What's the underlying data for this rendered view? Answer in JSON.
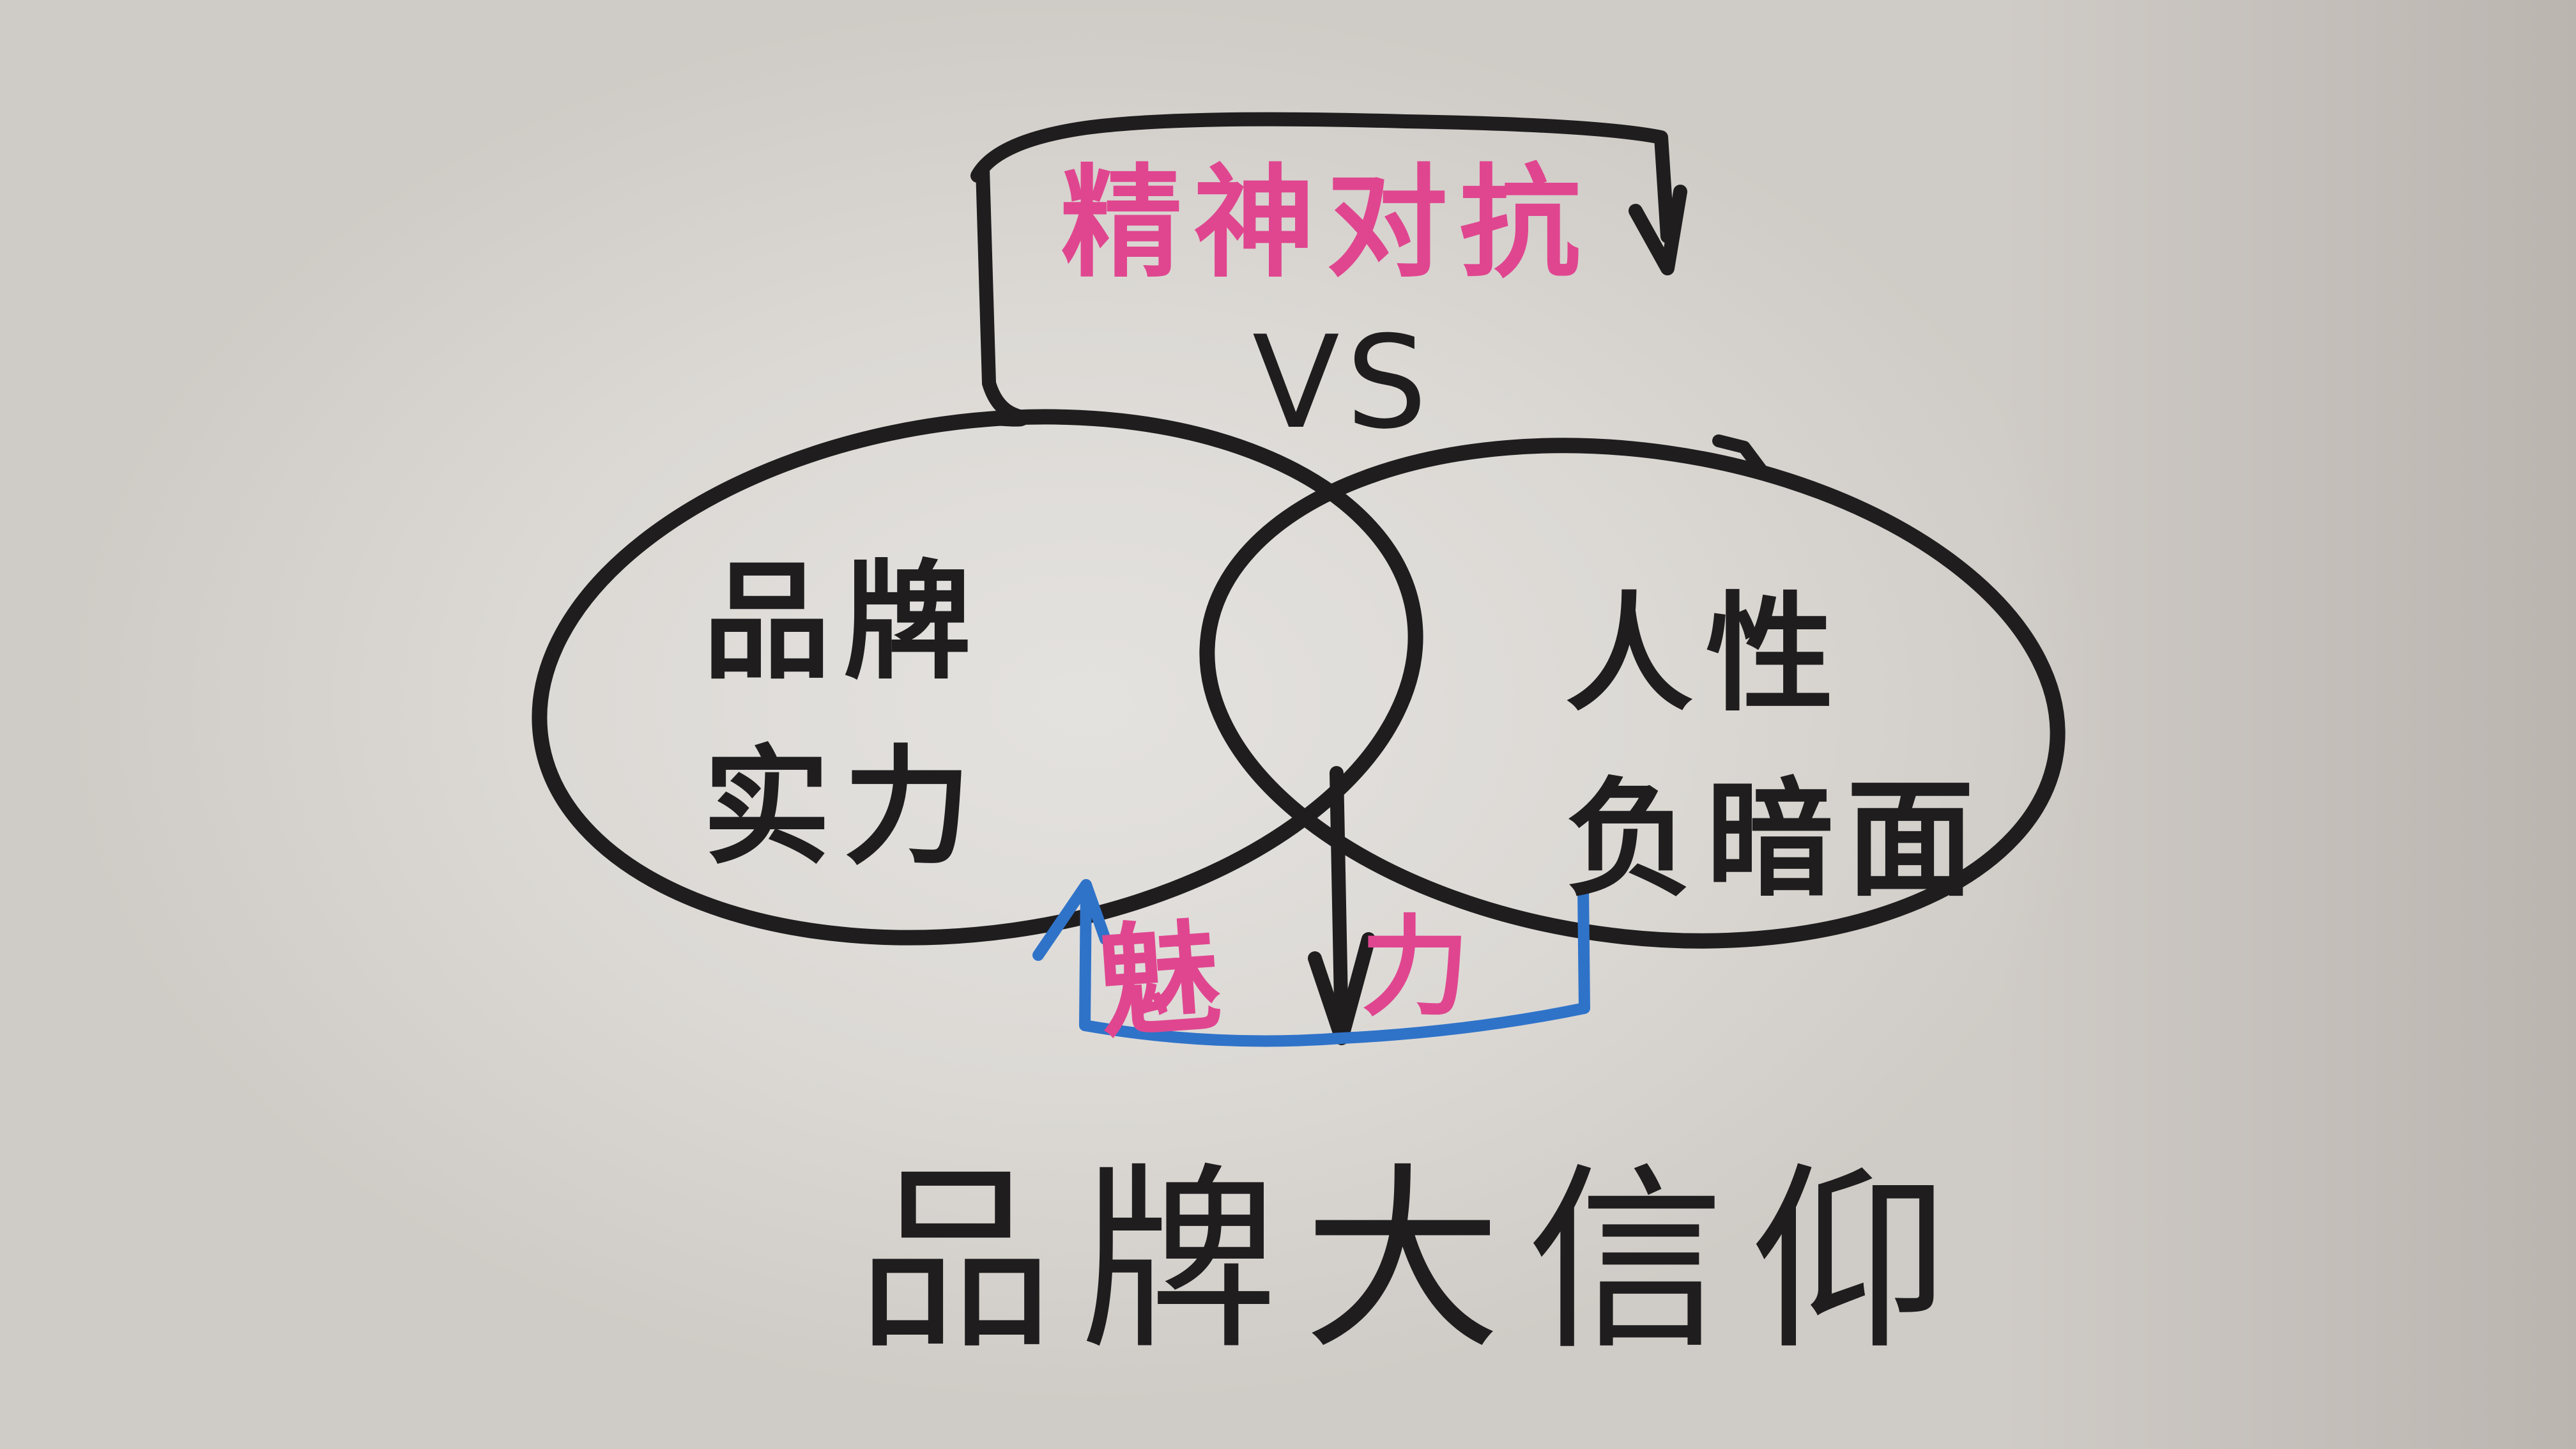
{
  "diagram": {
    "type": "hand-drawn venn diagram on whiteboard",
    "top_bracket": {
      "label": "精神对抗",
      "label_color": "#e0468f",
      "arrow_direction": "down",
      "vs_text": "VS"
    },
    "left_circle": {
      "line1": "品牌",
      "line2": "实力"
    },
    "right_circle": {
      "line1": "人性",
      "line2": "负暗面",
      "arrow_direction": "clockwise"
    },
    "intersection": {
      "arrow_direction": "down",
      "charm_label_left": "魅",
      "charm_label_right": "力",
      "charm_label_full": "魅力",
      "charm_color": "#e0468f",
      "bracket_color": "#2f73c9",
      "bracket_arrow_direction": "up"
    },
    "caption": "品牌大信仰",
    "colors": {
      "ink_black": "#1f1d1e",
      "ink_pink": "#e0468f",
      "ink_blue": "#2f73c9",
      "board": "#dcd9d5"
    }
  }
}
